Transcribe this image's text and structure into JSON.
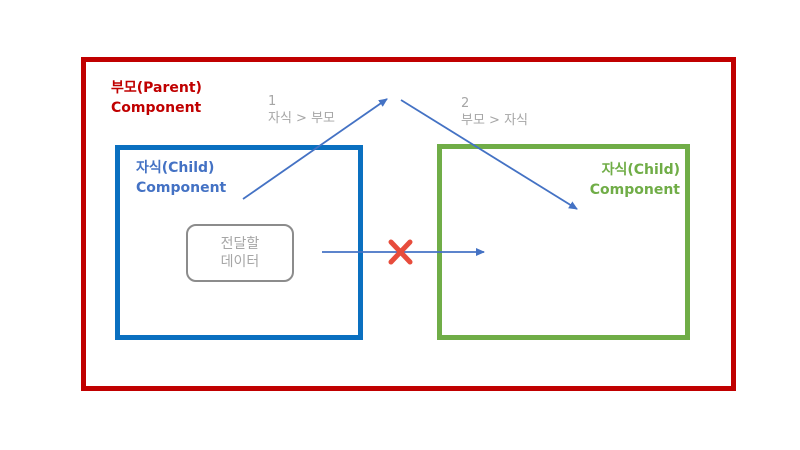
{
  "parent": {
    "title_line1": "부모(Parent)",
    "title_line2": "Component"
  },
  "child_left": {
    "title_line1": "자식(Child)",
    "title_line2": "Component"
  },
  "child_right": {
    "title_line1": "자식(Child)",
    "title_line2": "Component"
  },
  "data_box": {
    "line1": "전달할",
    "line2": "데이터"
  },
  "step1": {
    "number": "1",
    "text": "자식 > 부모"
  },
  "step2": {
    "number": "2",
    "text": "부모 > 자식"
  },
  "colors": {
    "parent": "#c00000",
    "child_left": "#0a70c0",
    "child_right": "#70ad47",
    "arrow": "#4472c4",
    "blocked": "#e74c3c"
  }
}
